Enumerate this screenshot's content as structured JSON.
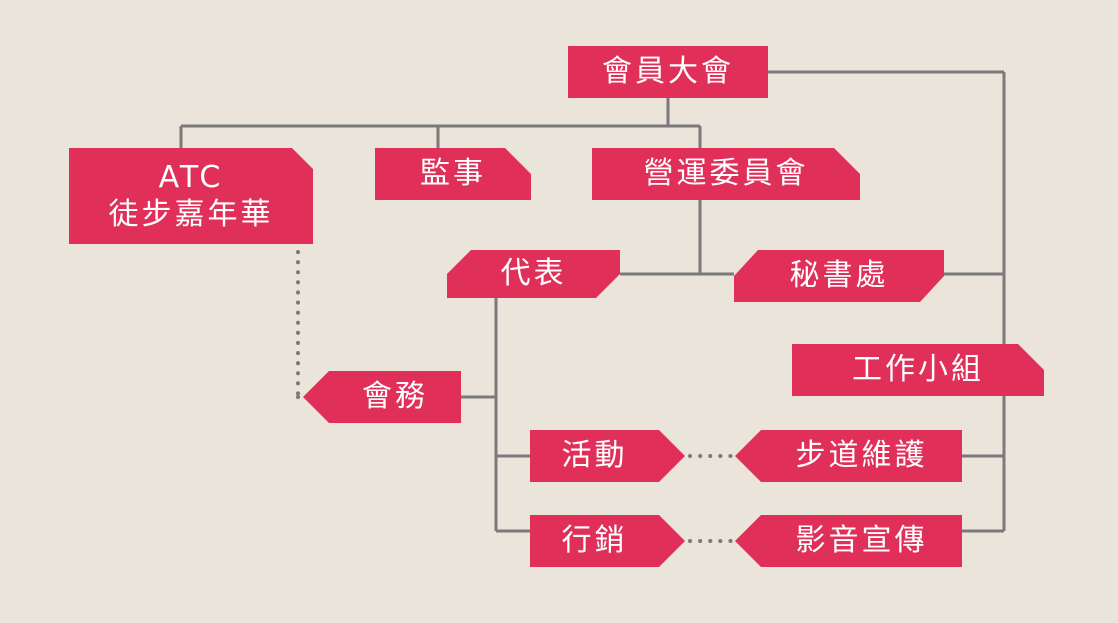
{
  "colors": {
    "background": "#ebe4da",
    "node": "#e0305a",
    "line": "#7a7a7a",
    "text": "#ffffff"
  },
  "nodes": {
    "general_assembly": "會員大會",
    "atc_line1": "ATC",
    "atc_line2": "徒步嘉年華",
    "supervisor": "監事",
    "operations_committee": "營運委員會",
    "representative": "代表",
    "secretariat": "秘書處",
    "working_group": "工作小組",
    "membership": "會務",
    "activities": "活動",
    "trail_maintenance": "步道維護",
    "marketing": "行銷",
    "media_promotion": "影音宣傳"
  }
}
